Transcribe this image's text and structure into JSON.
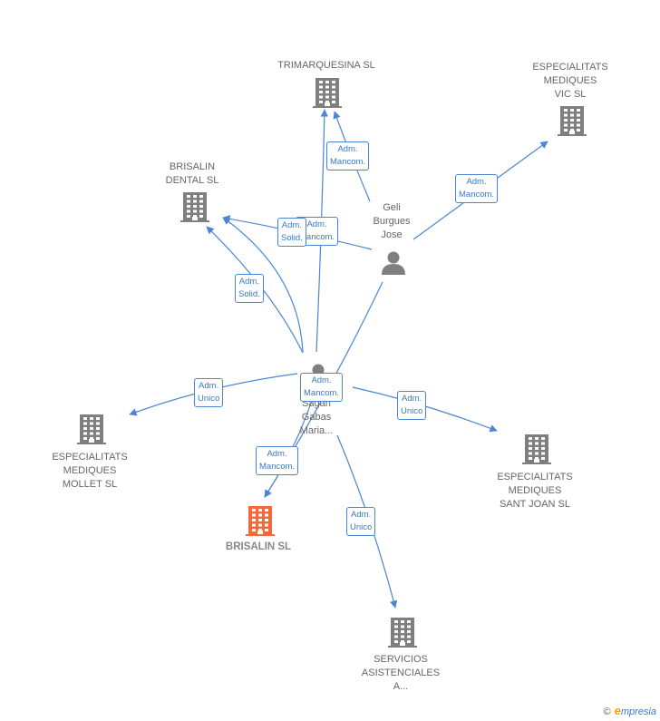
{
  "colors": {
    "edge": "#4a86d1",
    "company": "#7f7f7f",
    "company_focus": "#f26a3c",
    "person": "#7f7f7f"
  },
  "nodes": {
    "trimarquesina": {
      "lines": [
        "TRIMARQUESINA SL"
      ],
      "icon": "building-icon"
    },
    "vic": {
      "lines": [
        "ESPECIALITATS",
        "MEDIQUES",
        "VIC  SL"
      ],
      "icon": "building-icon"
    },
    "brisalin_dental": {
      "lines": [
        "BRISALIN",
        "DENTAL  SL"
      ],
      "icon": "building-icon"
    },
    "geli": {
      "lines": [
        "Geli",
        "Burgues",
        "Jose"
      ],
      "icon": "person-icon"
    },
    "sagan": {
      "lines": [
        "Sagan",
        "Gabas",
        "Maria..."
      ],
      "icon": "person-icon"
    },
    "mollet": {
      "lines": [
        "ESPECIALITATS",
        "MEDIQUES",
        "MOLLET SL"
      ],
      "icon": "building-icon"
    },
    "sant_joan": {
      "lines": [
        "ESPECIALITATS",
        "MEDIQUES",
        "SANT JOAN  SL"
      ],
      "icon": "building-icon"
    },
    "brisalin": {
      "lines": [
        "BRISALIN  SL"
      ],
      "icon": "building-icon"
    },
    "servicios": {
      "lines": [
        "SERVICIOS",
        "ASISTENCIALES",
        "A..."
      ],
      "icon": "building-icon"
    }
  },
  "edges": [
    {
      "from": "geli",
      "to": "trimarquesina",
      "label": [
        "Adm.",
        "Mancom."
      ]
    },
    {
      "from": "geli",
      "to": "vic",
      "label": [
        "Adm.",
        "Mancom."
      ]
    },
    {
      "from": "geli",
      "to": "brisalin_dental",
      "label": [
        "Adm.",
        "Mancom."
      ]
    },
    {
      "from": "geli",
      "to": "brisalin",
      "label": [
        "Adm.",
        "Mancom."
      ]
    },
    {
      "from": "sagan",
      "to": "trimarquesina",
      "label": [
        "Adm.",
        "Mancom."
      ]
    },
    {
      "from": "sagan",
      "to": "brisalin_dental",
      "label": [
        "Adm.",
        "Solid."
      ]
    },
    {
      "from": "sagan",
      "to": "brisalin_dental",
      "label": [
        "Adm.",
        "Solid."
      ]
    },
    {
      "from": "sagan",
      "to": "mollet",
      "label": [
        "Adm.",
        "Unico"
      ]
    },
    {
      "from": "sagan",
      "to": "sant_joan",
      "label": [
        "Adm.",
        "Unico"
      ]
    },
    {
      "from": "sagan",
      "to": "brisalin",
      "label": [
        "Adm.",
        "Mancom."
      ]
    },
    {
      "from": "sagan",
      "to": "servicios",
      "label": [
        "Adm.",
        "Unico"
      ]
    }
  ],
  "watermark": {
    "copyright": "©",
    "brand_initial": "e",
    "brand_rest": "mpresia"
  }
}
